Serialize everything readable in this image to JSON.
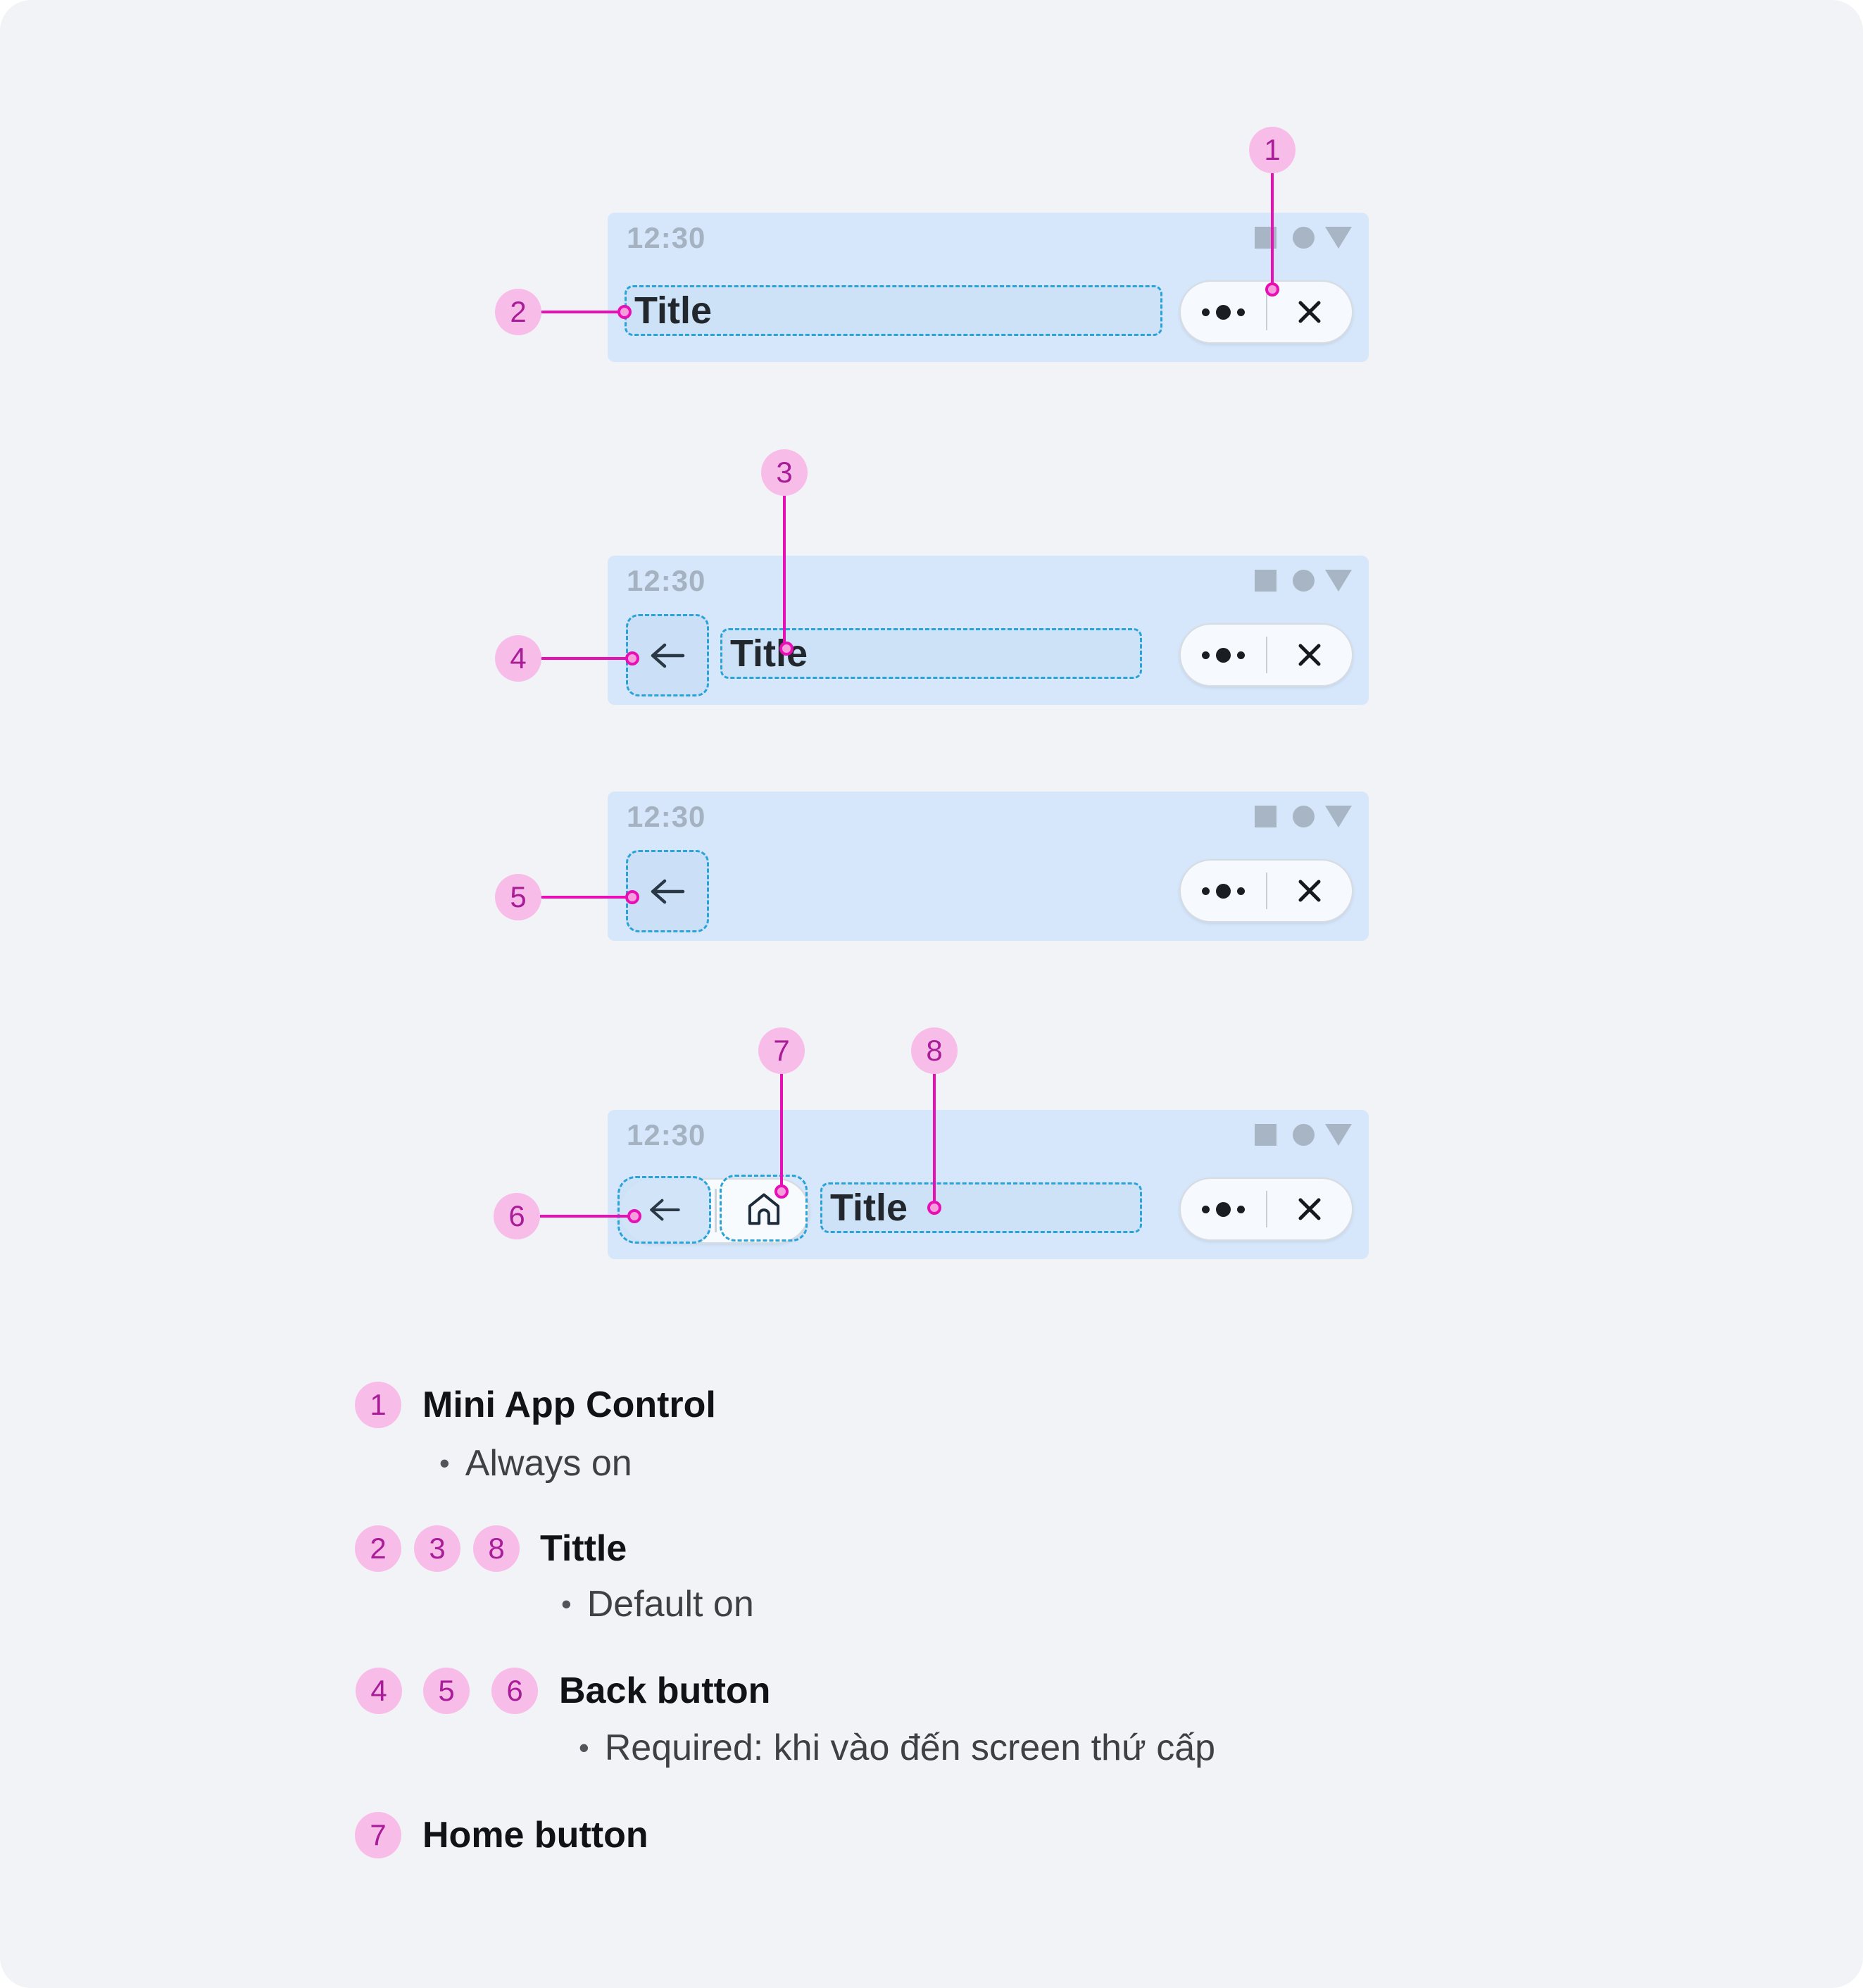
{
  "colors": {
    "card_bg": "#f2f3f6",
    "bar_bg": "#d7e7fb",
    "dashed_border": "#29a3d8",
    "box_fill": "#cde2f7",
    "accent_line": "#e90fb6",
    "annotation_fill": "#f8bce9",
    "annotation_text": "#a91d98",
    "pill_bg": "#f6fafe",
    "icon_dark": "#233140",
    "status_gray": "#a5b2c1"
  },
  "bars": [
    {
      "time": "12:30",
      "title": "Title"
    },
    {
      "time": "12:30",
      "title": "Title"
    },
    {
      "time": "12:30"
    },
    {
      "time": "12:30",
      "title": "Title"
    }
  ],
  "annotations": {
    "a1": "1",
    "a2": "2",
    "a3": "3",
    "a4": "4",
    "a5": "5",
    "a6": "6",
    "a7": "7",
    "a8": "8"
  },
  "legend": {
    "bullet": "•",
    "rows": [
      {
        "badges": [
          "1"
        ],
        "label": "Mini App Control",
        "note": "Always on"
      },
      {
        "badges": [
          "2",
          "3",
          "8"
        ],
        "label": "Tittle",
        "note": "Default on"
      },
      {
        "badges": [
          "4",
          "5",
          "6"
        ],
        "label": "Back button",
        "note": "Required: khi vào đến screen thứ cấp"
      },
      {
        "badges": [
          "7"
        ],
        "label": "Home button"
      }
    ]
  }
}
